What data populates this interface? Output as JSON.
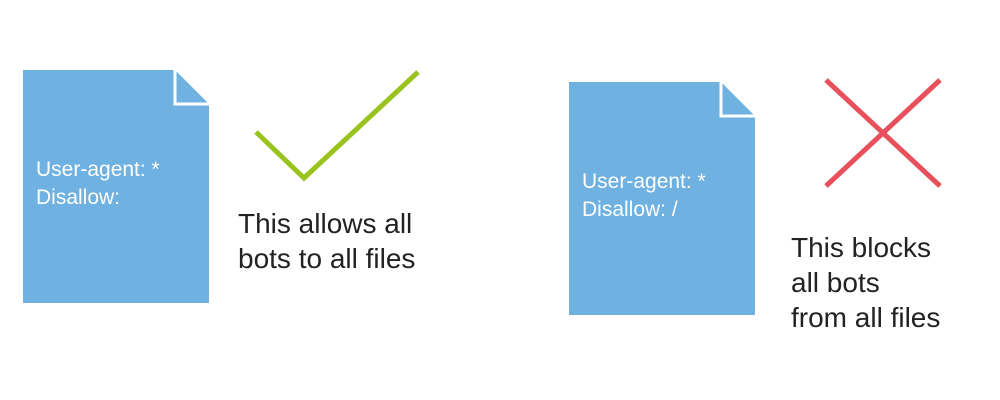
{
  "colors": {
    "document": "#6fb1e1",
    "check": "#99c41f",
    "cross": "#e8505b"
  },
  "allow_example": {
    "file_lines": [
      "User-agent: *",
      "Disallow:"
    ],
    "icon": "checkmark-icon",
    "caption_lines": [
      "This allows all",
      "bots to all files"
    ]
  },
  "block_example": {
    "file_lines": [
      "User-agent: *",
      "Disallow: /"
    ],
    "icon": "cross-icon",
    "caption_lines": [
      "This blocks",
      "all bots",
      "from all files"
    ]
  }
}
